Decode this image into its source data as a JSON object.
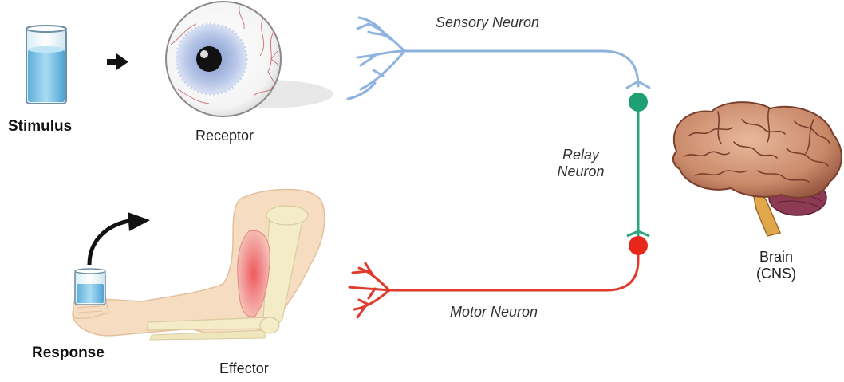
{
  "labels": {
    "stimulus": "Stimulus",
    "receptor": "Receptor",
    "sensory_neuron": "Sensory Neuron",
    "relay_neuron_line1": "Relay",
    "relay_neuron_line2": "Neuron",
    "brain_line1": "Brain",
    "brain_line2": "(CNS)",
    "motor_neuron": "Motor Neuron",
    "response": "Response",
    "effector": "Effector"
  },
  "colors": {
    "sensory": "#8fb3df",
    "relay": "#2aa57a",
    "motor": "#e03a2c",
    "arrow": "#111111",
    "brain": "#c98a6a",
    "cerebellum": "#8d3a54",
    "skin": "#f6dcc0",
    "bone": "#f3ecc7",
    "muscle": "#f08a8a",
    "water": "#7ec3e6"
  },
  "icons": [
    "beaker-icon",
    "eyeball-icon",
    "brain-icon",
    "arm-icon",
    "arrow-right-icon",
    "curved-arrow-icon"
  ]
}
